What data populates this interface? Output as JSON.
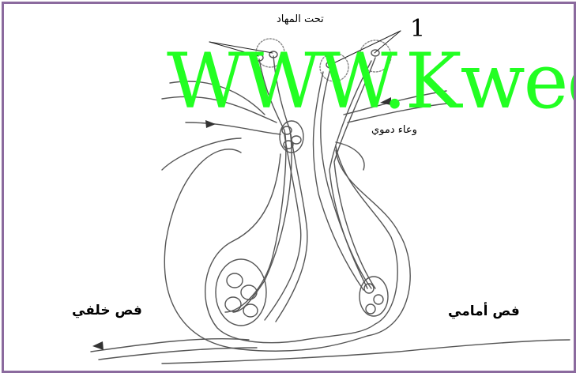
{
  "labels": {
    "hypothalamus": "تحت المهاد",
    "number_marker": "1",
    "blood_vessel": "وعاء دموي",
    "posterior_lobe": "فص خلفي",
    "anterior_lobe": "فص أمامي"
  },
  "watermark": "WWW.Kwed",
  "colors": {
    "frame_border": "#8b6a9e",
    "line": "#555555",
    "watermark": "#22ff22"
  }
}
